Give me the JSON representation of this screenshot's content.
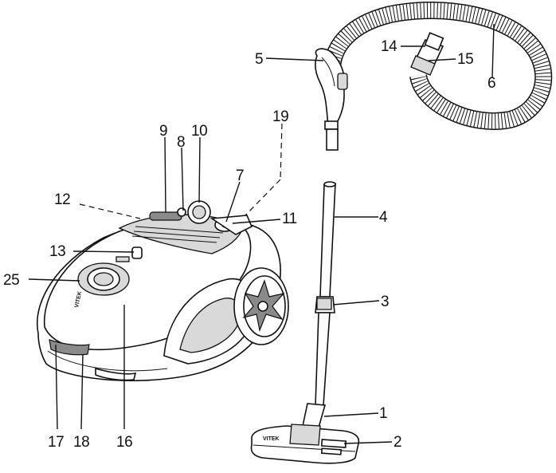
{
  "diagram": {
    "callouts": [
      {
        "id": "1",
        "text": "1"
      },
      {
        "id": "2",
        "text": "2"
      },
      {
        "id": "3",
        "text": "3"
      },
      {
        "id": "4",
        "text": "4"
      },
      {
        "id": "5",
        "text": "5"
      },
      {
        "id": "6",
        "text": "6"
      },
      {
        "id": "7",
        "text": "7"
      },
      {
        "id": "8",
        "text": "8"
      },
      {
        "id": "9",
        "text": "9"
      },
      {
        "id": "10",
        "text": "10"
      },
      {
        "id": "11",
        "text": "11"
      },
      {
        "id": "12",
        "text": "12"
      },
      {
        "id": "13",
        "text": "13"
      },
      {
        "id": "14",
        "text": "14"
      },
      {
        "id": "15",
        "text": "15"
      },
      {
        "id": "16",
        "text": "16"
      },
      {
        "id": "17",
        "text": "17"
      },
      {
        "id": "18",
        "text": "18"
      },
      {
        "id": "19",
        "text": "19"
      },
      {
        "id": "25",
        "text": "25"
      }
    ],
    "brand_text": "VITEK",
    "nozzle_brand_text": "VITEK"
  },
  "colors": {
    "line": "#111111",
    "background": "#ffffff",
    "shade": "#d9d9d9",
    "dark": "#8a8a8a"
  }
}
